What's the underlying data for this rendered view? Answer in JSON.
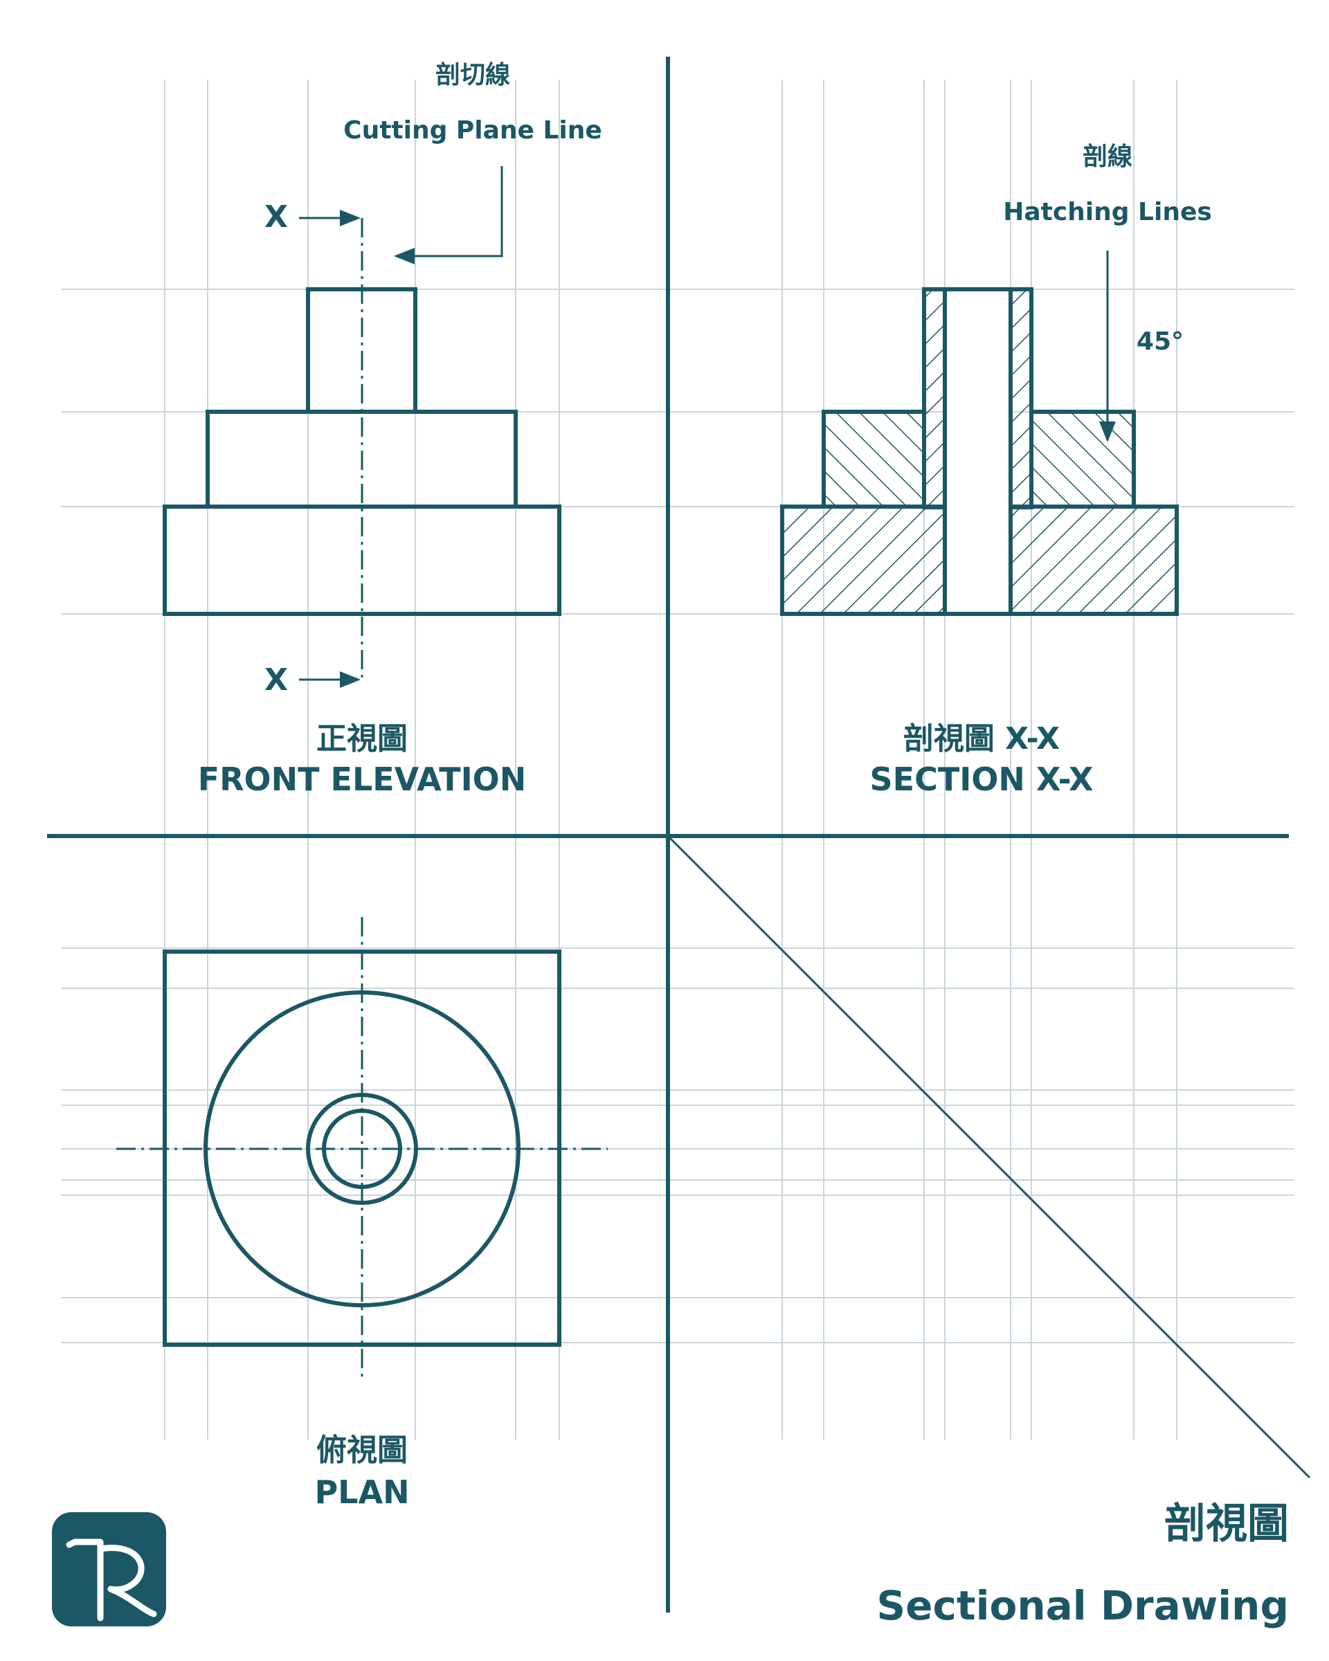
{
  "colors": {
    "ink": "#1b5765",
    "grid": "#c9d4db",
    "background": "#ffffff"
  },
  "annotations": {
    "cutting_plane_zh": "剖切線",
    "cutting_plane_en": "Cutting Plane Line",
    "section_marker_top": "X",
    "section_marker_bottom": "X",
    "hatching_zh": "剖線",
    "hatching_en": "Hatching Lines",
    "hatch_angle": "45°"
  },
  "views": {
    "front": {
      "title_zh": "正視圖",
      "title_en": "FRONT ELEVATION"
    },
    "section": {
      "title_zh": "剖視圖 X-X",
      "title_en": "SECTION X-X"
    },
    "plan": {
      "title_zh": "俯視圖",
      "title_en": "PLAN"
    }
  },
  "sheet": {
    "title_zh": "剖視圖",
    "title_en": "Sectional Drawing"
  },
  "logo": {
    "icon": "r-monogram-logo-icon"
  }
}
